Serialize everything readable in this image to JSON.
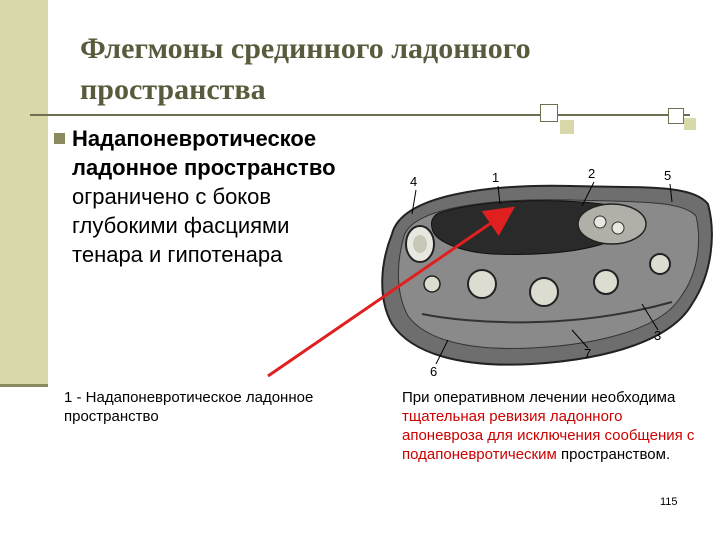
{
  "slide": {
    "title": "Флегмоны срединного ладонного пространства",
    "bullet": {
      "bold_lines": [
        "Надапоневротическое",
        "ладонное пространство"
      ],
      "normal_lines": [
        "ограничено с боков",
        "глубокими фасциями",
        "тенара и гипотенара"
      ]
    },
    "figure": {
      "labels": [
        "1",
        "2",
        "3",
        "4",
        "5",
        "6",
        "7"
      ]
    },
    "caption_left": "1 - Надапоневротическое ладонное пространство",
    "caption_right": {
      "before": "При оперативном лечении необходима ",
      "highlight": "тщательная ревизия ладонного апоневроза для исключения сообщения с подапоневротическим",
      "after": " пространством."
    },
    "page_number": "115"
  },
  "colors": {
    "accent_bar": "#d8d8a8",
    "title_text": "#5a5a3c",
    "arrow": "#e02020",
    "highlight": "#cc0000"
  }
}
